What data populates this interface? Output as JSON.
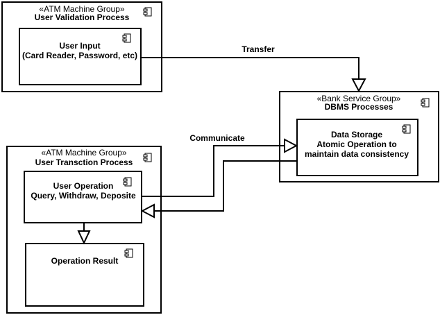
{
  "packages": {
    "validation": {
      "stereotype": "«ATM Machine Group»",
      "name": "User Validation Process"
    },
    "bank": {
      "stereotype": "«Bank Service Group»",
      "name": "DBMS Processes"
    },
    "transaction": {
      "stereotype": "«ATM Machine Group»",
      "name": "User Transction Process"
    }
  },
  "components": {
    "user_input": {
      "line1": "User Input",
      "line2": "(Card Reader, Password, etc)"
    },
    "data_storage": {
      "line1": "Data Storage",
      "line2": "Atomic Operation to",
      "line3": "maintain data consistency"
    },
    "user_operation": {
      "line1": "User Operation",
      "line2": "Query, Withdraw, Deposite"
    },
    "operation_result": {
      "line1": "Operation Result"
    }
  },
  "edges": {
    "transfer": "Transfer",
    "communicate": "Communicate"
  }
}
